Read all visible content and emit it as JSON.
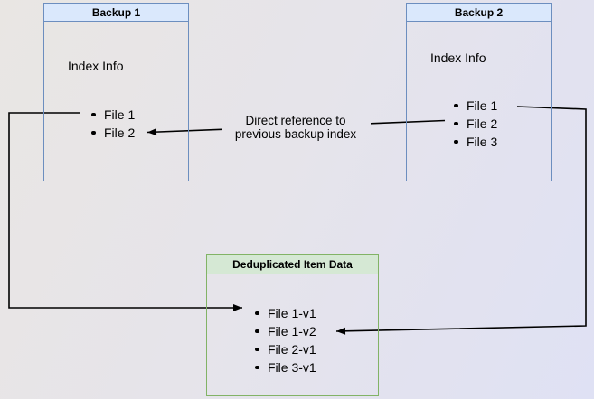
{
  "colors": {
    "background_top_left": "#e9e6e3",
    "background_bottom_right": "#dfe1f4",
    "blue_header_fill": "#dae8fc",
    "blue_border": "#6c8ebf",
    "green_header_fill": "#d5e8d4",
    "green_border": "#82b366",
    "connector": "#000000",
    "text": "#000000"
  },
  "boxes": {
    "backup1": {
      "title": "Backup 1",
      "body_label": "Index Info",
      "files": [
        "File 1",
        "File 2"
      ]
    },
    "backup2": {
      "title": "Backup 2",
      "body_label": "Index Info",
      "files": [
        "File 1",
        "File 2",
        "File 3"
      ]
    },
    "dedup": {
      "title": "Deduplicated Item Data",
      "files": [
        "File 1-v1",
        "File 1-v2",
        "File 2-v1",
        "File 3-v1"
      ]
    }
  },
  "connectors": {
    "direct_reference": {
      "label_line1": "Direct reference to",
      "label_line2": "previous backup index"
    }
  }
}
